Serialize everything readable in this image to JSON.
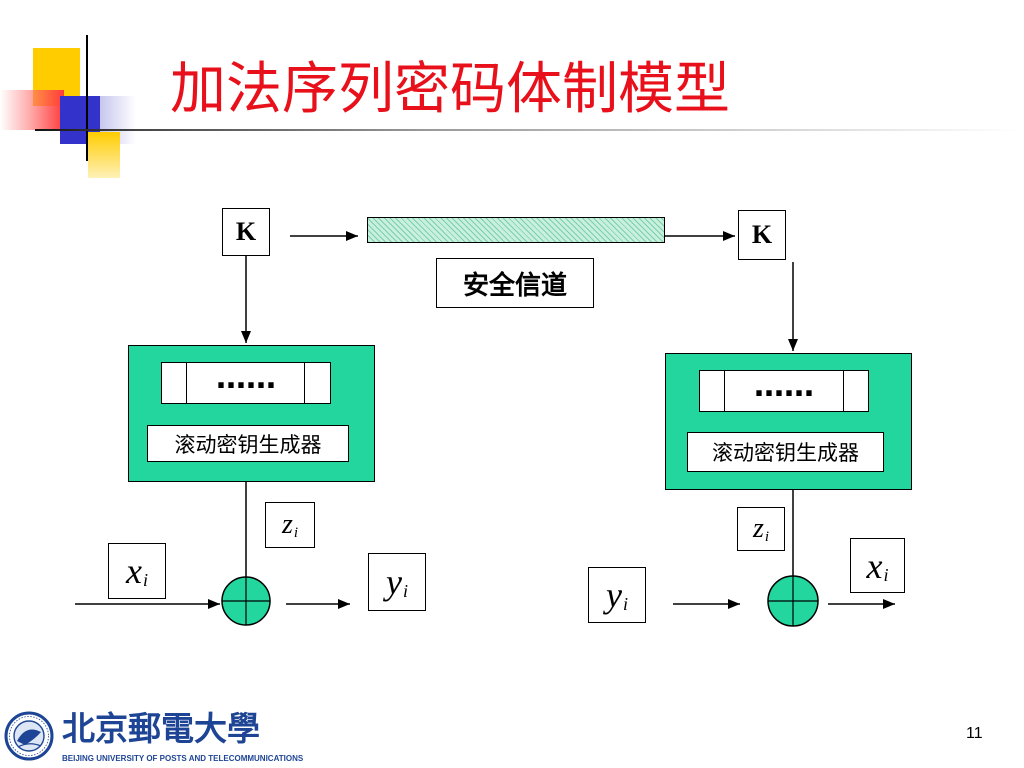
{
  "slide": {
    "title": "加法序列密码体制模型",
    "page_number": "11"
  },
  "diagram": {
    "channel_label": "安全信道",
    "sender": {
      "key": "K",
      "register": "……",
      "generator": "滚动密钥生成器",
      "keystream": {
        "var": "z",
        "sub": "i"
      },
      "input": {
        "var": "x",
        "sub": "i"
      },
      "output": {
        "var": "y",
        "sub": "i"
      }
    },
    "receiver": {
      "key": "K",
      "register": "……",
      "generator": "滚动密钥生成器",
      "keystream": {
        "var": "z",
        "sub": "i"
      },
      "input": {
        "var": "y",
        "sub": "i"
      },
      "output": {
        "var": "x",
        "sub": "i"
      }
    }
  },
  "footer": {
    "logo_name_cn": "北京郵電大學",
    "logo_name_en": "BEIJING UNIVERSITY OF POSTS AND TELECOMMUNICATIONS"
  },
  "colors": {
    "title": "#E8101A",
    "generator_fill": "#22D69E",
    "channel_fill": "#C8F0DC",
    "channel_hatch": "#7CCFAE",
    "accent_yellow": "#FFCC00",
    "accent_red": "#FF3B3B",
    "accent_blue": "#3333CC",
    "logo_blue": "#1E4595"
  }
}
